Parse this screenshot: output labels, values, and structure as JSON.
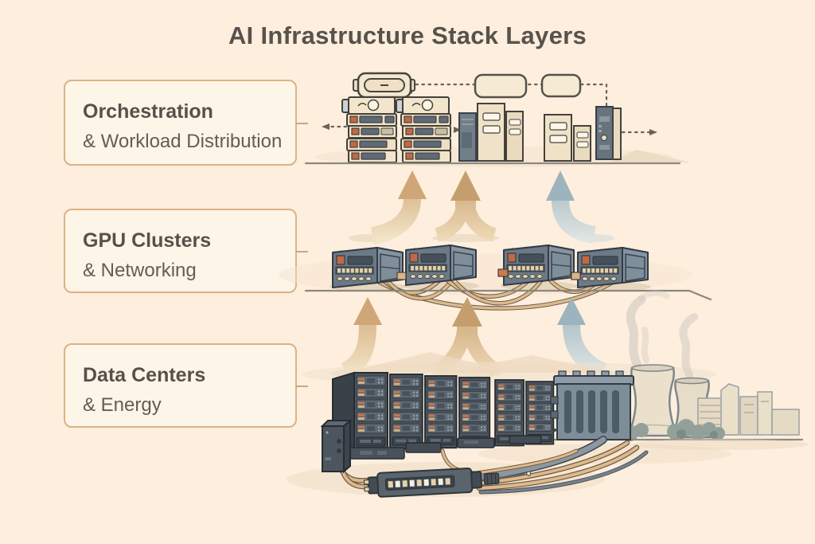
{
  "title": "AI Infrastructure Stack Layers",
  "layers": [
    {
      "id": "orchestration",
      "label": "Orchestration",
      "sublabel": "& Workload Distribution"
    },
    {
      "id": "gpu-clusters",
      "label": "GPU Clusters",
      "sublabel": "& Networking"
    },
    {
      "id": "data-centers",
      "label": "Data Centers",
      "sublabel": "& Energy"
    }
  ],
  "palette": {
    "background": "#fdeede",
    "title_text": "#57524b",
    "label_box_background": "#fdf5e7",
    "label_box_border": "#dcb186",
    "label_text_primary": "#56514a",
    "label_text_secondary": "#645d53",
    "flow_arrow_tan": "#cfa678",
    "flow_arrow_blue": "#9db3bd",
    "server_cream": "#f1e3c9",
    "hardware_slate": "#6b7a86",
    "rack_dark": "#4c555d",
    "accent_orange": "#bf6a46",
    "cable_tan": "#deb98c",
    "ground_line": "#8d887c"
  }
}
